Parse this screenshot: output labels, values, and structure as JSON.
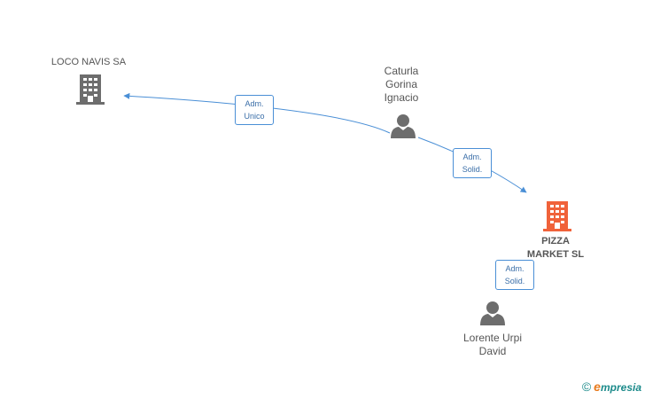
{
  "nodes": {
    "loco_navis": {
      "label": "LOCO NAVIS SA",
      "type": "company",
      "color": "#6d6d6d"
    },
    "caturla": {
      "label": "Caturla\nGorina\nIgnacio",
      "type": "person",
      "color": "#6d6d6d"
    },
    "pizza_market": {
      "label": "PIZZA\nMARKET SL",
      "type": "company",
      "color": "#f0623a"
    },
    "lorente": {
      "label": "Lorente Urpi\nDavid",
      "type": "person",
      "color": "#6d6d6d"
    }
  },
  "edges": {
    "e1": {
      "line1": "Adm.",
      "line2": "Unico"
    },
    "e2": {
      "line1": "Adm.",
      "line2": "Solid."
    },
    "e3": {
      "line1": "Adm.",
      "line2": "Solid."
    }
  },
  "colors": {
    "edge": "#4a8fd6"
  },
  "watermark": {
    "copyright": "©",
    "brand_e": "e",
    "brand_rest": "mpresia"
  }
}
